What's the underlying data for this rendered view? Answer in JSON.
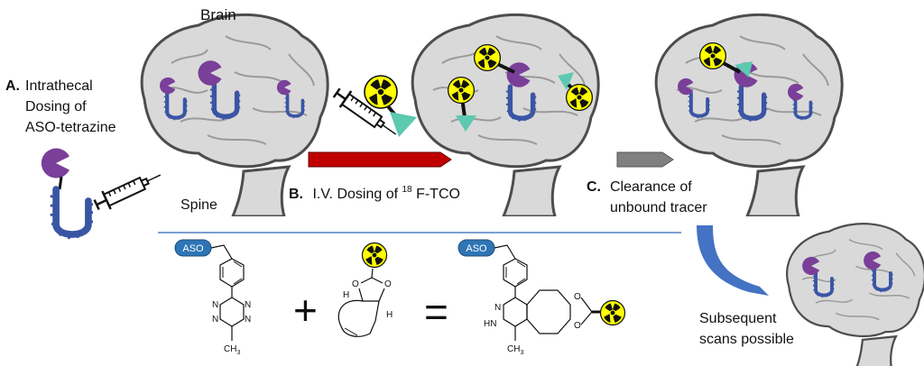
{
  "labels": {
    "brain": "Brain",
    "spine": "Spine",
    "step_a_letter": "A.",
    "step_a_line1": "Intrathecal",
    "step_a_line2": "Dosing of",
    "step_a_line3": "ASO-tetrazine",
    "step_b_letter": "B.",
    "step_b_pre": "I.V. Dosing of ",
    "step_b_sup": "18",
    "step_b_post": "F-TCO",
    "step_c_letter": "C.",
    "step_c_line1": "Clearance of",
    "step_c_line2": "unbound tracer",
    "subsequent_line1": "Subsequent",
    "subsequent_line2": "scans possible"
  },
  "chemistry": {
    "aso_tag": "ASO",
    "plus": "+",
    "equals": "=",
    "atoms": {
      "n": "N",
      "hn": "HN",
      "h": "H",
      "o": "O",
      "ch3": "CH",
      "three": "3"
    }
  },
  "colors": {
    "brain_fill": "#d9d9d9",
    "brain_outline": "#4d4d4d",
    "aso_strand": "#3a55a4",
    "receptor_purple": "#7a3f99",
    "tco_teal": "#5cc9b0",
    "radiation_yellow": "#ffff00",
    "arrow_red": "#c00000",
    "arrow_gray": "#808080",
    "divider_blue": "#4f81bd",
    "curve_arrow_blue": "#4472c4",
    "aso_tag_blue": "#2e75b6"
  },
  "icons": [
    "brain-icon",
    "spine-icon",
    "syringe-icon",
    "radiation-icon",
    "pacman-receptor-icon",
    "aso-strand-icon",
    "tco-triangle-icon"
  ]
}
